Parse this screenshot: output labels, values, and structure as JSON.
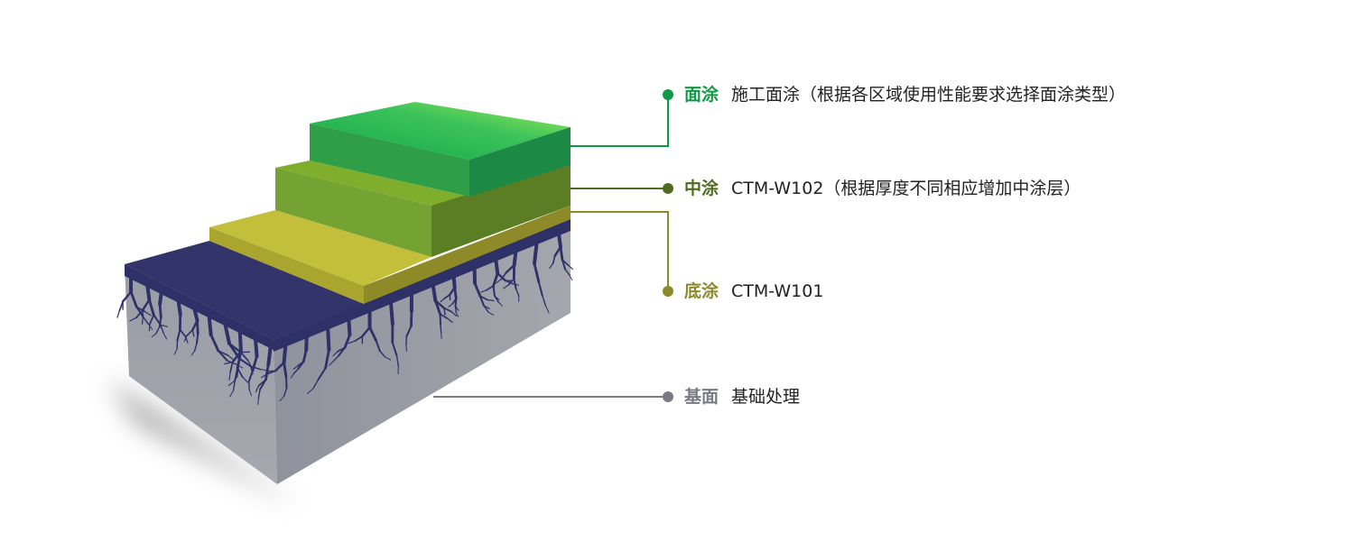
{
  "layers": [
    {
      "tag": "面涂",
      "desc": "施工面涂（根据各区域使用性能要求选择面涂类型）",
      "color": "#0c9a44"
    },
    {
      "tag": "中涂",
      "desc": "CTM-W102（根据厚度不同相应增加中涂层）",
      "color": "#4f6b1e"
    },
    {
      "tag": "底涂",
      "desc": "CTM-W101",
      "color": "#8c8a2a"
    },
    {
      "tag": "基面",
      "desc": "基础处理",
      "color": "#7a7a85"
    }
  ]
}
